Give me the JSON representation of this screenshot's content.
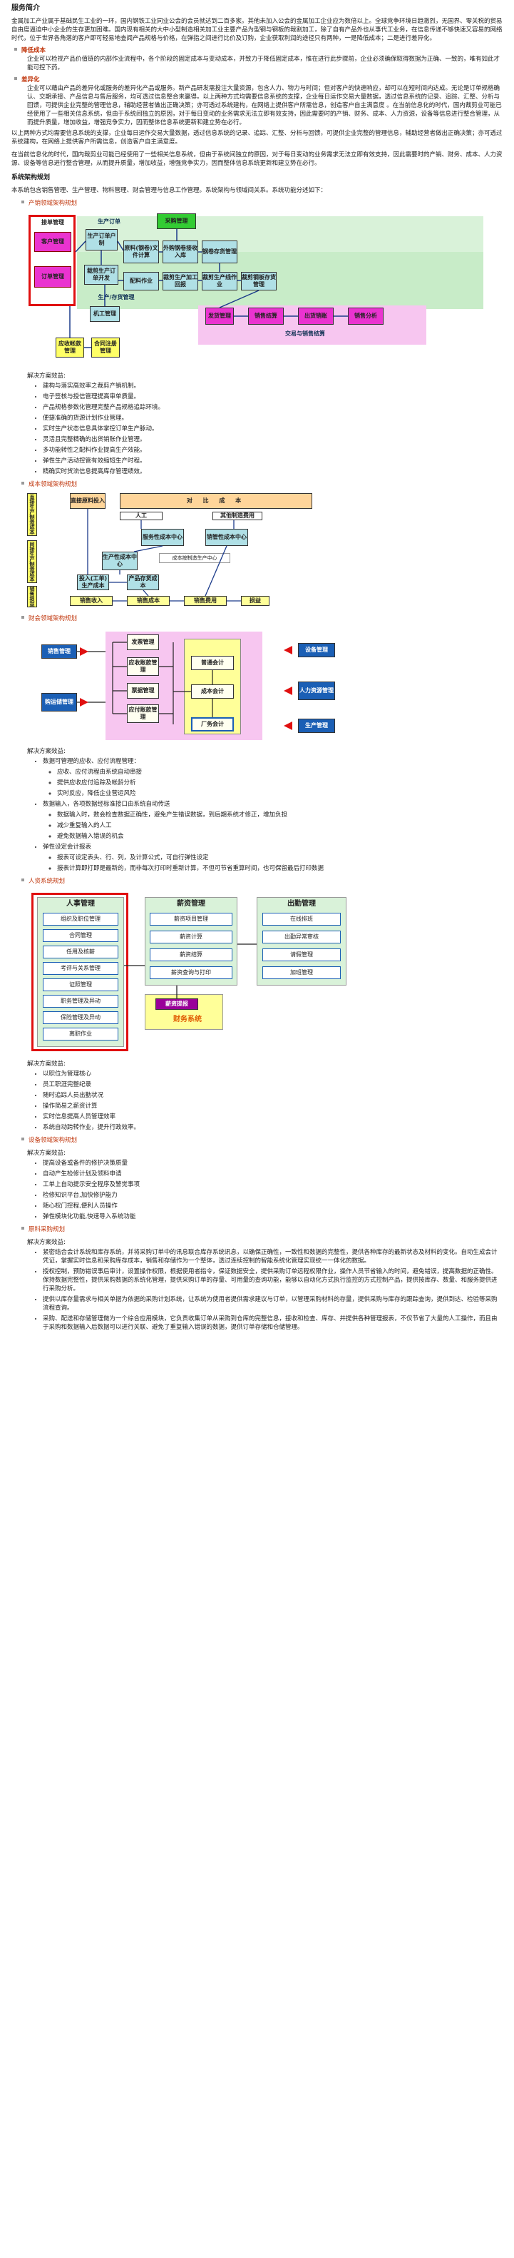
{
  "intro": {
    "title": "服务简介",
    "para1": "金属加工产业属于基础民生工业的一环，国内钢铁工业同业公会的会员就达到二百多家。其他未加入公会的金属加工企业应为数倍以上。全球竞争环境日趋激烈，无国界、零关税的贸易自由度逼迫中小企业的生存更加困难。国内现有相关的大中小型制造相关加工业主要产品为型钢与钢板的裁割加工，除了自有产品外也从事代工业务，在信息传递不够快速又容易的网络时代，位于世界各角落的客户即可轻易地查阅产品规格与价格，在弹指之间进行比价及订购，企业获取利润的途径只有两种，一是降低成本；二是进行差异化。",
    "sub1": "降低成本",
    "sub1_text": "企业可以检视产品价值链的内部作业流程中，各个阶段的固定成本与变动成本，并致力于降低固定成本，惟在进行此步骤前，企业必须确保取得数据为正确、一致的，唯有如此才能可控下药。",
    "sub2": "差异化",
    "sub2_text": "企业可以藉由产品的差异化或服务的差异化产品或服务。新产品研发需投注大量资源，包含人力、物力与时间；但对客户的快速响应，却可以在短时间内达成。无论是订单规格确认、交期承接、产品信息与售后服务，均可透过信息整合来赢得。以上两种方式均需要信息系统的支撑，企业每日运作交易大量数据，透过信息系统的记录、追踪、汇整、分析与回馈，可提供企业完整的管理信息，辅助经营者做出正确决策；亦可透过系统建构，在网络上提供客户所需信息，创造客户自主满意度 。在当前信息化的时代，国内裁剪业可能已经使用了一些相关信息系统，但由于系统间独立的原因，对于每日变动的业务需求无法立即有效支持，因此需要时的产销、财务、成本、人力资源，设备等信息进行整合管理，从而提升质量，增加收益，增强竞争实力，因而整体信息系统更新和建立势在必行。",
    "para2": "以上两种方式均需要信息系统的支撑，企业每日运作交易大量数据，透过信息系统的记录、追踪、汇整、分析与回馈，可提供企业完整的管理信息，辅助经营者做出正确决策；亦可透过系统建构，在网络上提供客户所需信息，创造客户自主满意度。",
    "para3": "在当前信息化的时代，国内裁剪业可能已经使用了一些相关信息系统，但由于系统间独立的原因，对于每日变动的业务需求无法立即有效支持，因此需要时的产销、财务、成本、人力资源、设备等信息进行整合管理，从而提升质量，增加收益，增强竞争实力，因而整体信息系统更新和建立势在必行。"
  },
  "arch": {
    "title": "系统架构规划",
    "text": "本系统包含销售管理、生产管理、物料管理、财会管理与信息工作管理。系统架构与领域间关系。系统功能分述如下："
  },
  "prod": {
    "title": "产销领域架构规划",
    "d": {
      "order_mgmt": "接单管理",
      "customer_mgmt": "客户管理",
      "order_manage": "订单管理",
      "prod_order": "生产订单",
      "prod_order_inner": "生产订单户制",
      "purchase": "采购管理",
      "bom": "原料(钢卷)文件计算",
      "purchase_receive": "外购钢卷接收入库",
      "raw_stock": "钢卷存货管理",
      "prod_schedule": "裁剪生产订单开发",
      "material_op": "配料作业",
      "prod_report": "裁剪生产加工回报",
      "prod_line": "裁剪生产线作业",
      "finished_stock": "裁剪钢板存货管理",
      "prod_stock_label": "生产/存货管理",
      "machine": "机工管理",
      "ship": "发货管理",
      "sales_settle": "销售结算",
      "out_invoice": "出货销账",
      "sales_analysis": "销售分析",
      "trade_label": "交易与销售结算",
      "ar_check": "应收帐款管理",
      "contract": "合同注册管理"
    },
    "sol_label": "解决方案效益:",
    "benefits": [
      "建构与落实高效率之裁剪产销机制。",
      "电子签核与授信管理提高审单质量。",
      "产品规格参数化管理完整产品规格追踪环境。",
      "便捷准确的货源计划作业管理。",
      "实时生产状态信息具体掌控订单生产脉动。",
      "灵活且完整精确的出货销账作业管理。",
      "多功能转性之配料作业提高生产效能。",
      "弹性生产活动控管有效缩短生产时程。",
      "精确实时货流信息提高库存管理绩效。"
    ]
  },
  "cost": {
    "title": "成本领域架构规划",
    "d": {
      "side_left": "直接生产制造成本",
      "side_mid": "间接生产制造成本",
      "side_bottom": "销售损益",
      "direct_mat": "直接原料投入",
      "fixed_cost": "对 比 成 本",
      "labor": "人工",
      "other_cost": "其他制造费用",
      "service_center": "服务性成本中心",
      "manage_center": "销管性成本中心",
      "prod_center": "生产性成本中心",
      "note": "成本按制造生产中心",
      "wip": "投入(工单)生产成本",
      "product_stock": "产品存货成本",
      "sales_revenue": "销售收入",
      "sales_cost": "销售成本",
      "sales_expense": "销售费用",
      "profit": "损益"
    }
  },
  "finance": {
    "title": "财会领域架构规划",
    "d": {
      "sales_mgmt": "销售管理",
      "purchase_mgmt": "购运储管理",
      "invoice": "发票管理",
      "ar": "应收账款管理",
      "bill": "票据管理",
      "ap": "应付账款管理",
      "gl": "普通会计",
      "cost_acct": "成本会计",
      "plant_acct": "厂务会计",
      "equip": "设备管理",
      "hr": "人力资源管理",
      "prod": "生产管理"
    },
    "sol_label": "解决方案效益:",
    "items": [
      {
        "t": "数据可管理的应收、应付流程管理：",
        "sub": [
          "应收、应付流程由系统自动串接",
          "提供应收应付追踪及帐龄分析",
          "实时反应，降低企业营运风险"
        ]
      },
      {
        "t": "数据输入，各项数据经标准接口由系统自动传送",
        "sub": [
          "数据输入时，数会检查数据正确性，避免产生错误数据，到后期系统才修正，增加负担",
          "减少重复输入的人工",
          "避免数据输入错误的机会"
        ]
      },
      {
        "t": "弹性设定会计报表",
        "sub": [
          "报表可设定表头、行、列，及计算公式，可自行弹性设定",
          "报表计算即打即是最新的，而非每次打印时重新计算，不但可节省重算时间，也可保留最后打印数据"
        ]
      }
    ]
  },
  "hr": {
    "title": "人资系统规划",
    "d": {
      "hr_mgmt": "人事管理",
      "hr_items": [
        "组织及职位管理",
        "合同管理",
        "任用及核薪",
        "考评与关系管理",
        "证照管理",
        "职务管理及异动",
        "保险管理及异动",
        "离职作业"
      ],
      "salary_mgmt": "薪资管理",
      "salary_items": [
        "薪资项目管理",
        "薪资计算",
        "薪资结算",
        "薪资查询与打印"
      ],
      "attendance": "出勤管理",
      "att_items": [
        "在线排班",
        "出勤异常审核",
        "请假管理",
        "加班管理"
      ],
      "salary_submit": "薪资提报",
      "finance_sys": "财务系统"
    },
    "sol_label": "解决方案效益:",
    "benefits": [
      "以职位为管理核心",
      "员工职涯完整纪录",
      "随时追踪人员出勤状况",
      "操作简易之薪资计算",
      "实时信息提高人员管理效率",
      "系统自动跨转作业，提升行政效率。"
    ]
  },
  "equip": {
    "title": "设备领域架构规划",
    "sol_label": "解决方案效益:",
    "benefits": [
      "提高设备或备件的修护决策质量",
      "自动产生检修计划及领料申请",
      "工单上自动提示安全程序及警觉事项",
      "检修知识平台,加快修护能力",
      "随心权门控程,便利人员操作",
      "弹性模块化功能,快速导入系统功能"
    ]
  },
  "procure": {
    "title": "原料采购规划",
    "sol_label": "解决方案效益:",
    "items": [
      "紧密结合会计系统和库存系统，并将采购订单中的讯息联合库存系统讯息，以确保正确性，一致性和数据的完整性，提供各种库存的最新状态及材料的变化。自动生成会计凭证，掌握实时信息和采购库存成本，销售和存储作为一个整体，透过连续控制的智能系统化管理实现统一一体化的数据。",
      "授权控制，预防错误事后审计，设置操作权限，根据使用者指令，保证数据安全，提供采购订单远程权限作业，操作人员节省输入的时间，避免错误，提高数据的正确性。保持数据完整性，提供采购数据的系统化管理，提供采购订单的存量、可用量的查询功能，能够以自动化方式执行监控的方式控制产品，提供按库存、数量、和服务提供进行采购分析。",
      "提供以库存量需求与相关单据为依据的采购计划系统，让系统为使用者提供需求建议与订单，以管理采购材料的存量，提供采购与库存的跟踪查询，提供到达、检验等采购流程查询。",
      "采购、配送和存储管理做为一个综合应用模块，它负责收集订单从采购到仓库的完整信息，接收和检查、库存、并提供各种管理报表，不仅节省了大量的人工操作，而且由于采购和数据输入后数据可以进行关联、避免了重复输入错误的数据，提供订单存储和仓储管理。"
    ]
  }
}
